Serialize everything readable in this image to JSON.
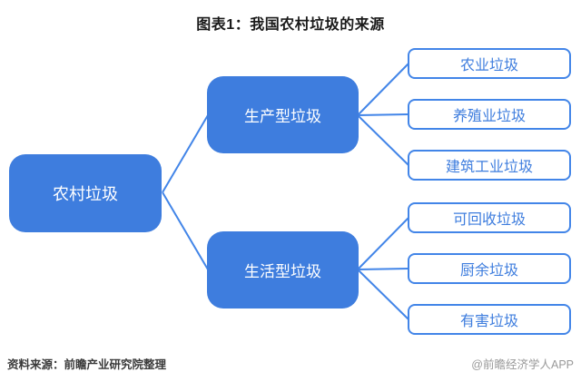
{
  "title": "图表1：我国农村垃圾的来源",
  "colors": {
    "node_fill_blue": "#3e7dde",
    "line_blue": "#4285e8",
    "leaf_text_blue": "#3e7dde",
    "title_color": "#1a1a1a",
    "source_color": "#3a3a3a",
    "watermark_color": "#999999"
  },
  "diagram": {
    "root": {
      "label": "农村垃圾"
    },
    "branches": [
      {
        "label": "生产型垃圾",
        "children": [
          {
            "label": "农业垃圾"
          },
          {
            "label": "养殖业垃圾"
          },
          {
            "label": "建筑工业垃圾"
          }
        ]
      },
      {
        "label": "生活型垃圾",
        "children": [
          {
            "label": "可回收垃圾"
          },
          {
            "label": "厨余垃圾"
          },
          {
            "label": "有害垃圾"
          }
        ]
      }
    ]
  },
  "footer": {
    "source": "资料来源：前瞻产业研究院整理",
    "watermark": "@前瞻经济学人APP"
  }
}
